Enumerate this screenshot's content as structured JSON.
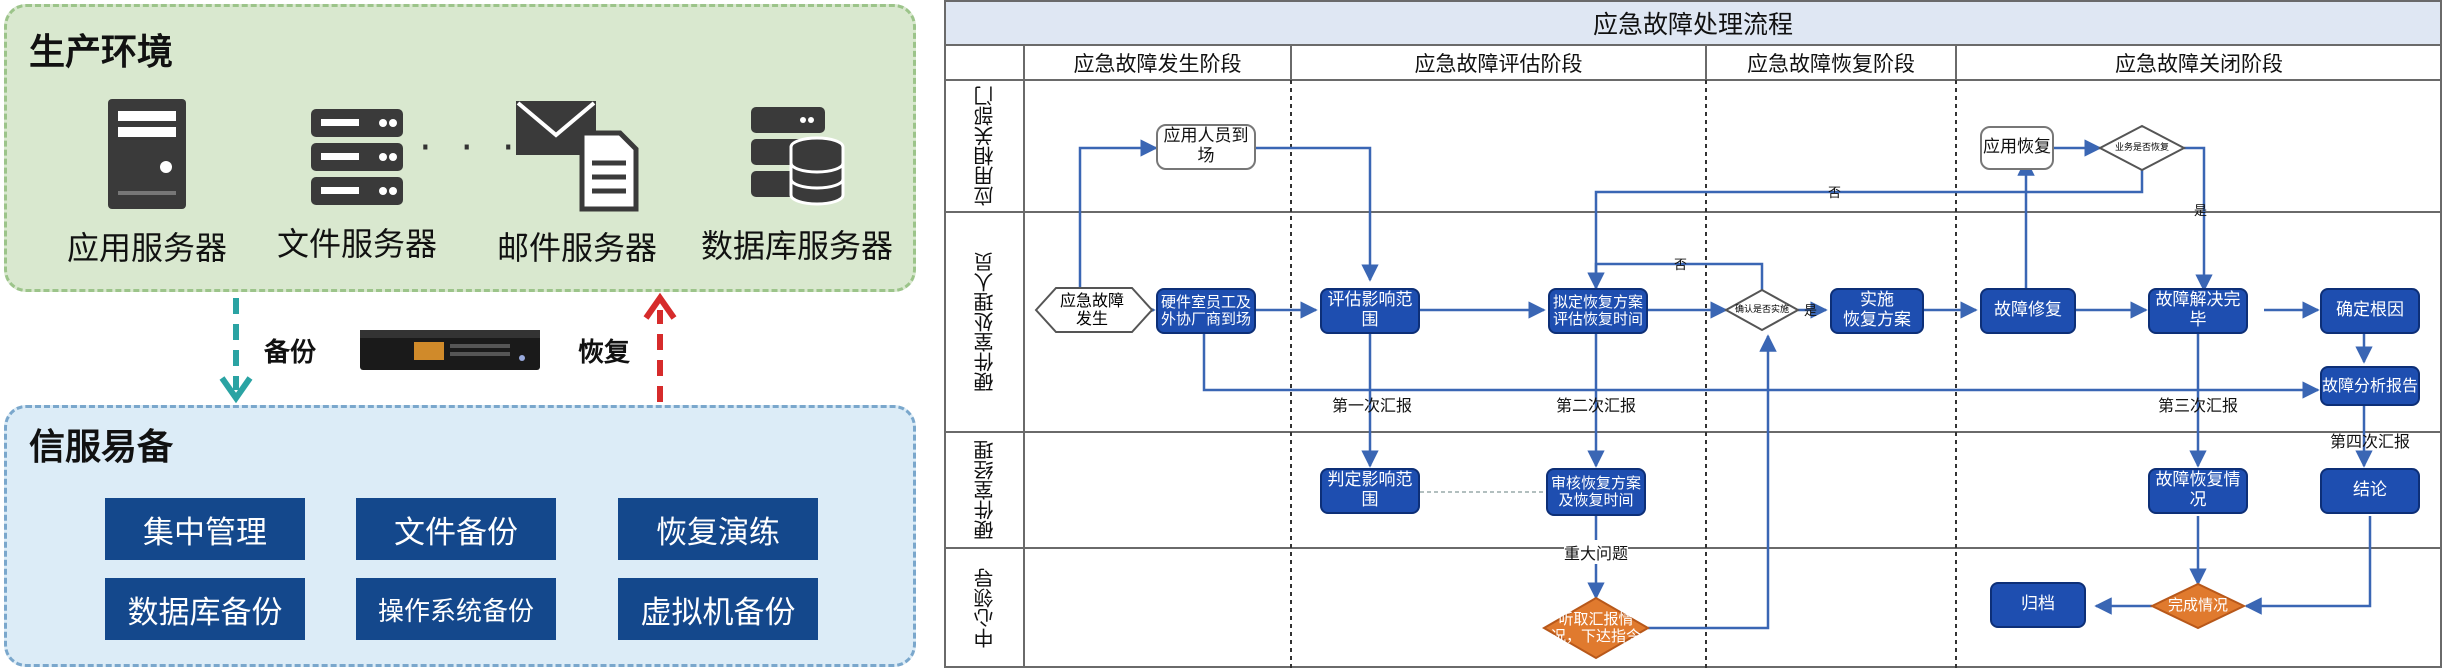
{
  "left": {
    "production": {
      "title": "生产环境",
      "servers": [
        {
          "label": "应用服务器",
          "icon": "app-server-icon"
        },
        {
          "label": "文件服务器",
          "icon": "file-server-icon"
        },
        {
          "label": "邮件服务器",
          "icon": "mail-server-icon"
        },
        {
          "label": "数据库服务器",
          "icon": "database-server-icon"
        }
      ],
      "ellipsis": "· · ·"
    },
    "backup_label": "备份",
    "restore_label": "恢复",
    "appliance_icon": "backup-appliance-icon",
    "backup_system": {
      "title": "信服易备",
      "features": [
        "集中管理",
        "文件备份",
        "恢复演练",
        "数据库备份",
        "操作系统备份",
        "虚拟机备份"
      ]
    },
    "colors": {
      "prod_bg": "#d9e8cf",
      "backup_bg": "#dcecf7",
      "feature_bg": "#14488c",
      "backup_arrow": "#2aa3a3",
      "restore_arrow": "#d62b2b"
    }
  },
  "flow": {
    "title": "应急故障处理流程",
    "phases": [
      "应急故障发生阶段",
      "应急故障评估阶段",
      "应急故障恢复阶段",
      "应急故障关闭阶段"
    ],
    "lanes": [
      "应用相关部门",
      "硬件室处理人员",
      "硬件室经理",
      "中心领导"
    ],
    "nodes": {
      "app_staff": "应用人员到场",
      "app_restore": "应用恢复",
      "biz_check": "业务是否恢复",
      "start": "应急故障\n发生",
      "hw_staff": "硬件室员工及\n外协厂商到场",
      "eval_scope": "评估影响范围",
      "plan": "拟定恢复方案\n评估恢复时间",
      "confirm": "确认是否实施",
      "implement": "实施\n恢复方案",
      "repair": "故障修复",
      "resolved": "故障解决完毕",
      "root_cause": "确定根因",
      "report": "故障分析报告",
      "decide_scope": "判定影响范围",
      "review_plan": "审核恢复方案\n及恢复时间",
      "fault_status": "故障恢复情况",
      "conclusion": "结论",
      "listen": "听取汇报情\n况，下达指令",
      "completion": "完成情况",
      "archive": "归档"
    },
    "edge_labels": {
      "no_1": "否",
      "no_2": "否",
      "yes_1": "是",
      "yes_2": "是",
      "report_1": "第一次汇报",
      "report_2": "第二次汇报",
      "report_3": "第三次汇报",
      "report_4": "第四次汇报",
      "major": "重大问题"
    },
    "colors": {
      "header_bg": "#dfe7f3",
      "node_blue": "#1e4eb0",
      "node_orange": "#e07a2e",
      "edge": "#3a66b4"
    }
  }
}
